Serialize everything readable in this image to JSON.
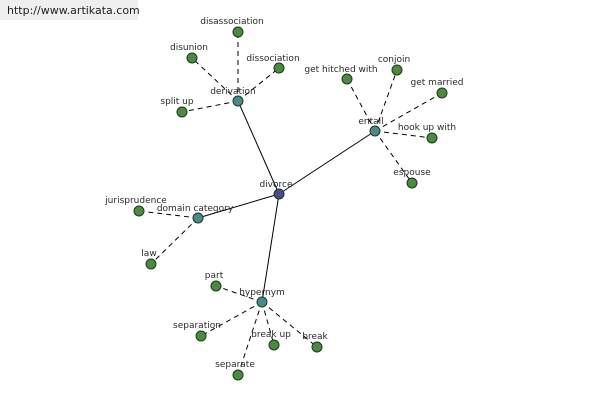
{
  "site_url": "http://www.artikata.com",
  "colors": {
    "root": "#4a4a8e",
    "hub": "#4a8a8a",
    "leaf": "#4b8a3f"
  },
  "root": {
    "label": "divorce"
  },
  "hubs": [
    {
      "id": "derivation",
      "label": "derivation",
      "leaves": [
        "disassociation",
        "dissociation",
        "disunion",
        "split up"
      ]
    },
    {
      "id": "entail",
      "label": "entail",
      "leaves": [
        "get hitched with",
        "conjoin",
        "get married",
        "hook up with",
        "espouse"
      ]
    },
    {
      "id": "domain-category",
      "label": "domain category",
      "leaves": [
        "jurisprudence",
        "law"
      ]
    },
    {
      "id": "hypernym",
      "label": "hypernym",
      "leaves": [
        "part",
        "separation",
        "break up",
        "break",
        "separate"
      ]
    }
  ]
}
